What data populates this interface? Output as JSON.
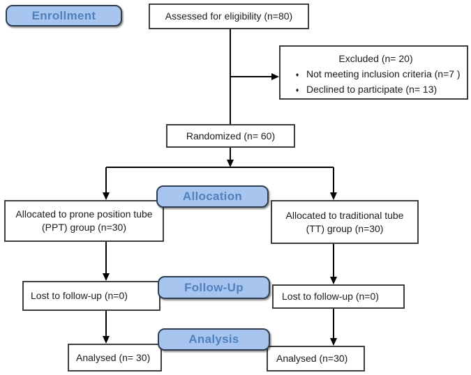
{
  "figure": {
    "type": "consort-flow-diagram",
    "bullet_glyph": "♦",
    "stages": [
      {
        "label": "Enrollment"
      },
      {
        "label": "Allocation"
      },
      {
        "label": "Follow-Up"
      },
      {
        "label": "Analysis"
      }
    ],
    "boxes": {
      "assessed": "Assessed for eligibility (n=80)",
      "excluded": {
        "title": "Excluded (n= 20)",
        "items": [
          "Not meeting inclusion criteria (n=7 )",
          "Declined to participate (n= 13)"
        ]
      },
      "randomized": "Randomized (n= 60)",
      "allocation_left": {
        "lines": [
          "Allocated to prone position tube",
          "(PPT) group (n=30)"
        ]
      },
      "allocation_right": {
        "lines": [
          "Allocated to traditional tube",
          "(TT) group (n=30)"
        ]
      },
      "followup_left": "Lost to follow-up (n=0)",
      "followup_right": "Lost to follow-up (n=0)",
      "analysed_left": "Analysed (n= 30)",
      "analysed_right": "Analysed (n=30)"
    },
    "colors": {
      "badge_fill": "#a8c5f0",
      "badge_text": "#4f81bd",
      "badge_border": "#2e3d52",
      "box_border": "#3d3d3d",
      "connector": "#000000",
      "background": "#ffffff"
    }
  }
}
